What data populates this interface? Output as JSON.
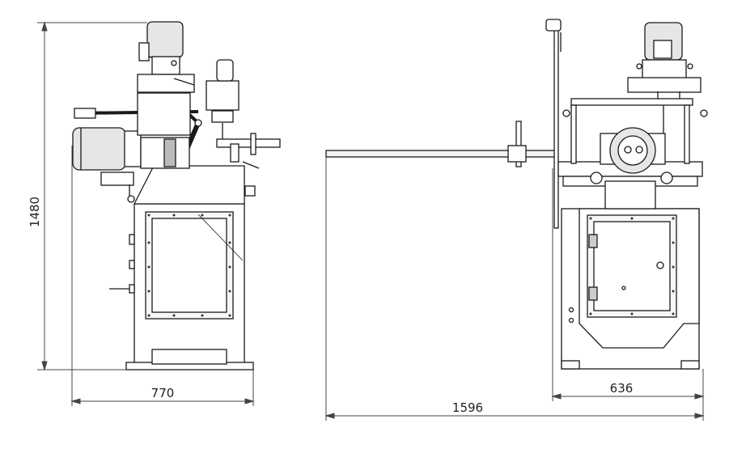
{
  "dimensions": {
    "height": "1480",
    "side_width": "770",
    "front_width": "636",
    "overall_length": "1596"
  },
  "colors": {
    "line": "#1a1a1a",
    "dim_line": "#444444",
    "panel_fill": "#f2f2f2",
    "motor_fill": "#e6e6e6",
    "background": "#ffffff"
  }
}
